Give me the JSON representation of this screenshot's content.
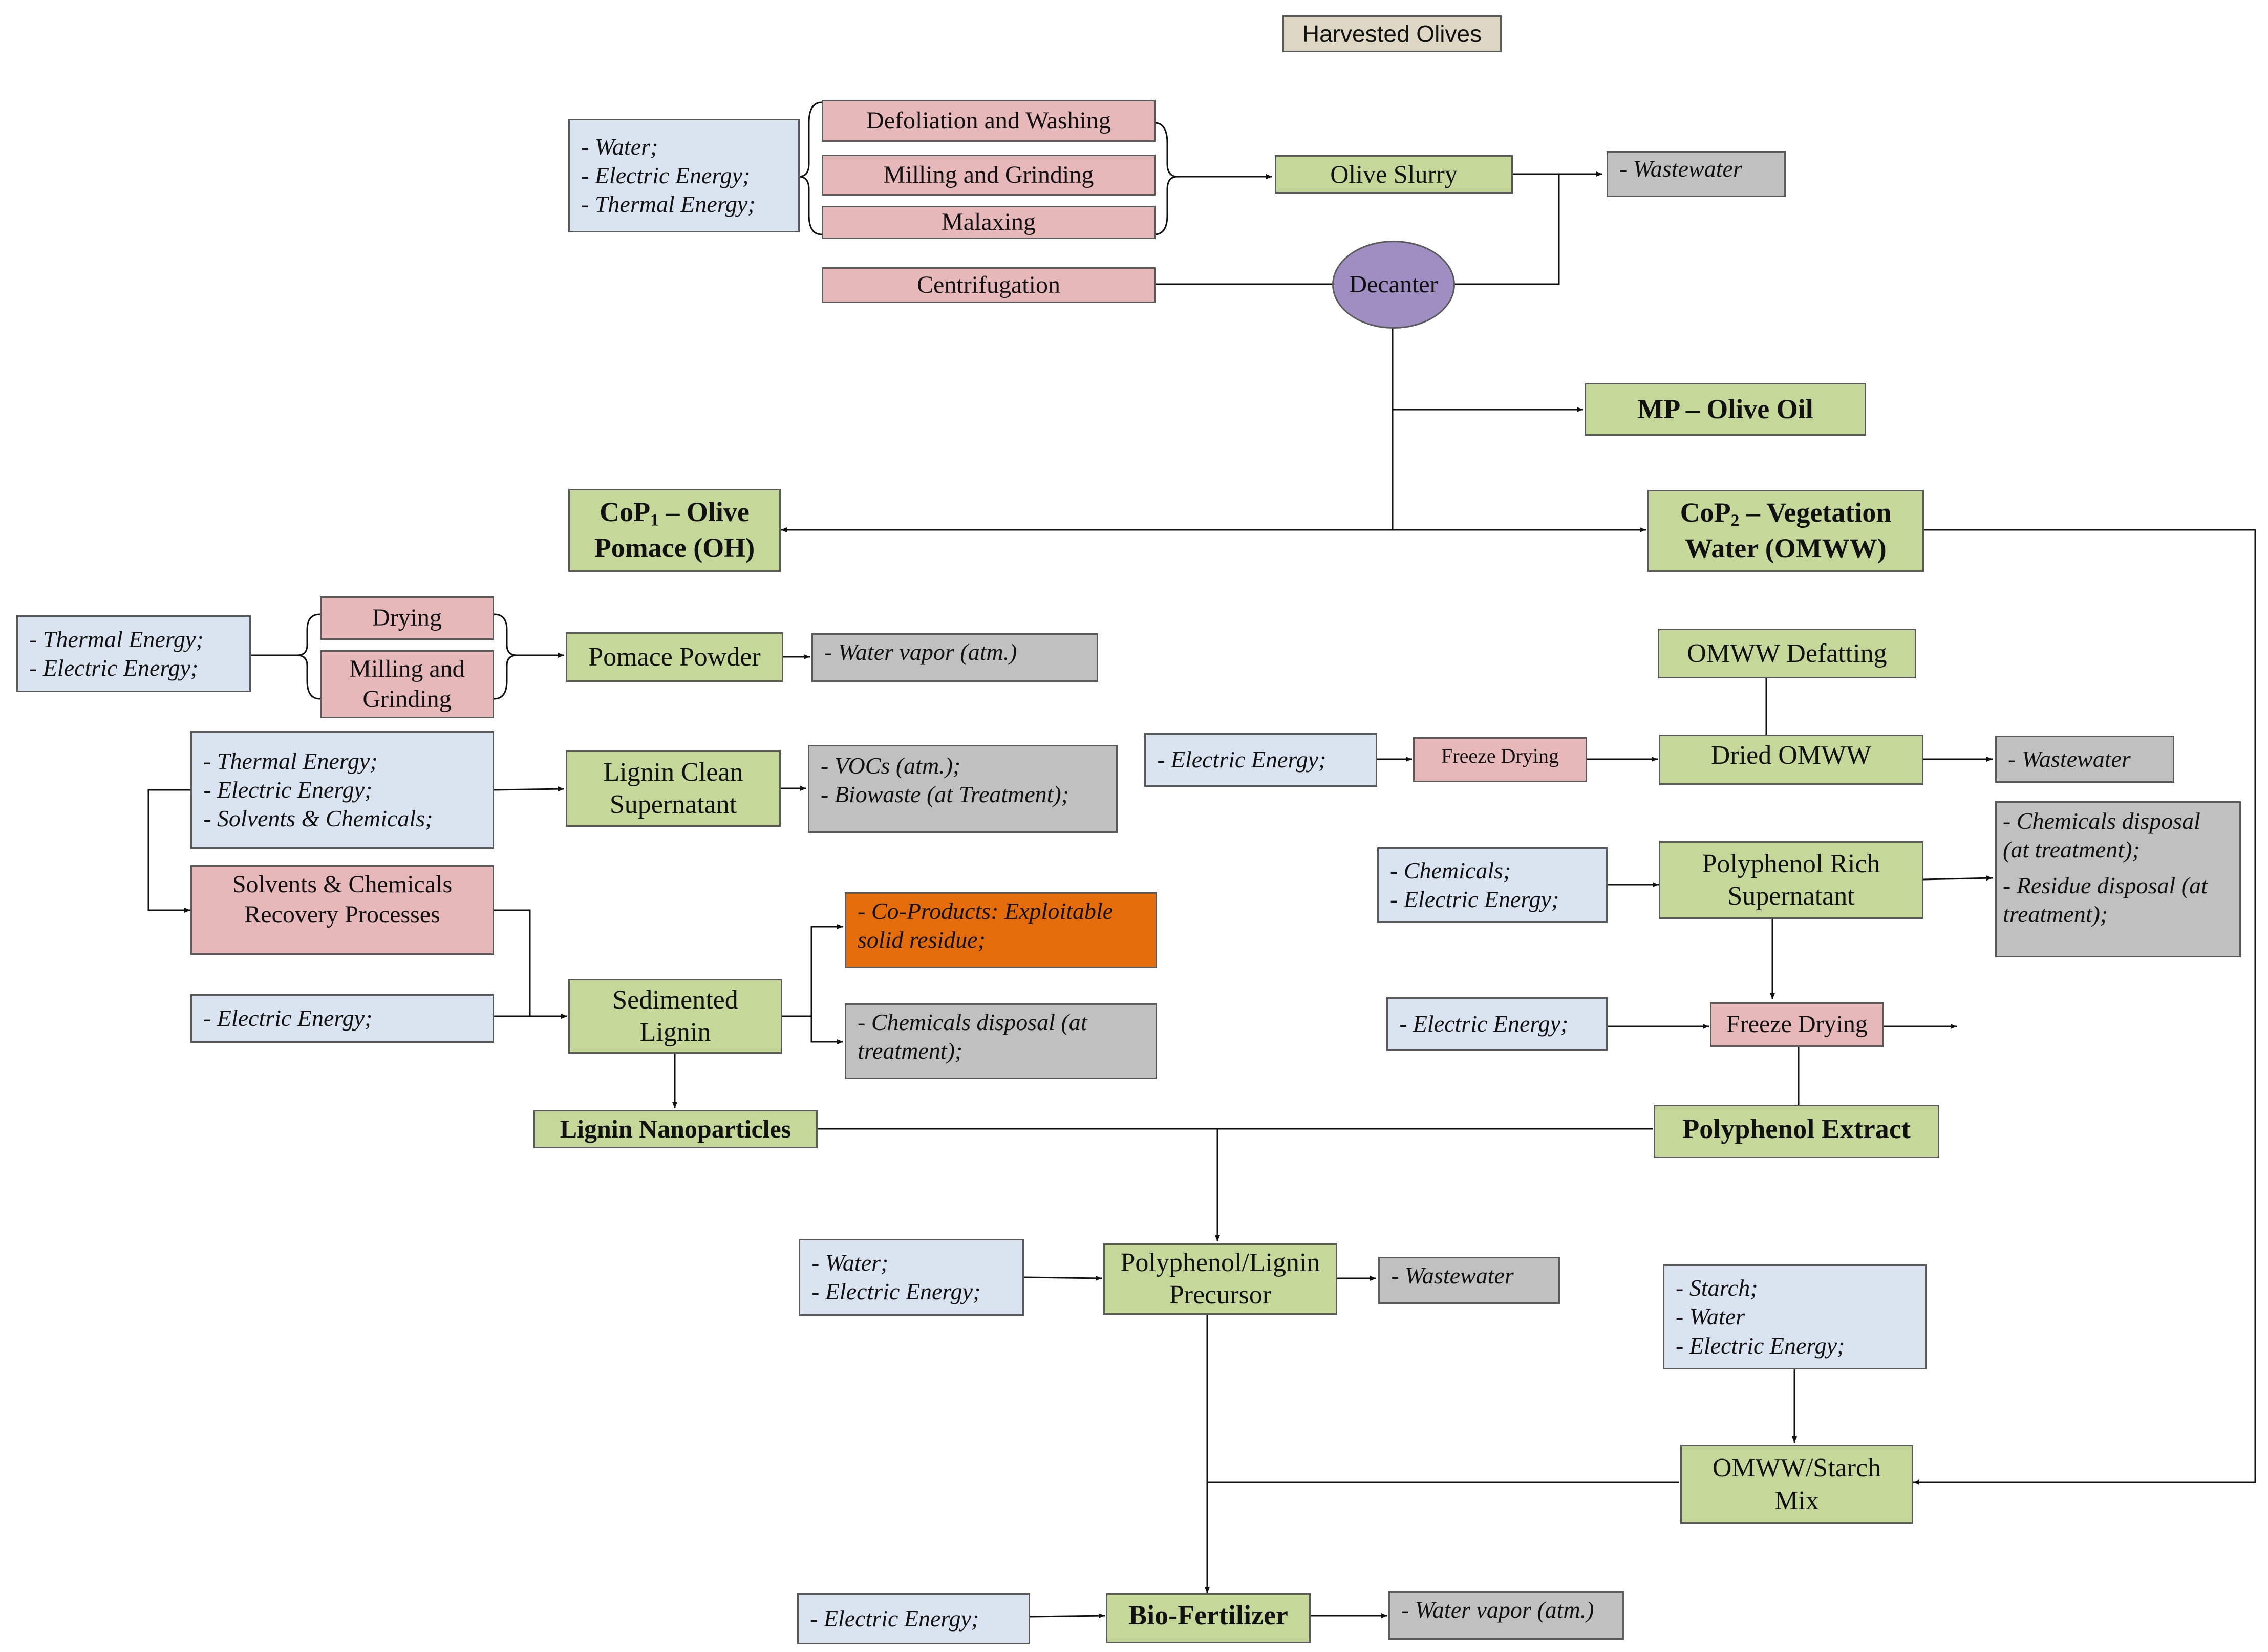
{
  "nodes": {
    "harvested_olives": "Harvested Olives",
    "inputs_olive_processing": [
      "- Water;",
      "- Electric Energy;",
      "- Thermal Energy;"
    ],
    "defoliation_washing": "Defoliation and Washing",
    "milling_grinding_top": "Milling and Grinding",
    "malaxing": "Malaxing",
    "centrifugation": "Centrifugation",
    "olive_slurry": "Olive Slurry",
    "wastewater_top": "- Wastewater",
    "decanter": "Decanter",
    "mp_olive_oil": "MP – Olive Oil",
    "cop1": {
      "pre": "CoP",
      "sub": "1",
      "post": " – Olive",
      "line2": "Pomace (OH)"
    },
    "cop2": {
      "pre": "CoP",
      "sub": "2",
      "post": " – Vegetation",
      "line2": "Water (OMWW)"
    },
    "inputs_pomace": [
      "- Thermal Energy;",
      "- Electric Energy;"
    ],
    "drying": "Drying",
    "milling_grinding_pomace": [
      "Milling and",
      "Grinding"
    ],
    "pomace_powder": "Pomace Powder",
    "water_vapor_pomace": "- Water vapor (atm.)",
    "inputs_lignin": [
      "-    Thermal Energy;",
      "-   Electric Energy;",
      "-   Solvents & Chemicals;"
    ],
    "lignin_clean_supernatant": [
      "Lignin Clean",
      "Supernatant"
    ],
    "waste_lignin": [
      "-    VOCs (atm.);",
      "-   Biowaste (at Treatment);"
    ],
    "solvent_recovery": [
      "Solvents & Chemicals",
      "Recovery Processes"
    ],
    "coproducts": [
      "- Co-Products:  Exploitable",
      "solid residue;"
    ],
    "electric_sediment": "- Electric Energy;",
    "sedimented_lignin": [
      "Sedimented",
      "Lignin"
    ],
    "chem_disposal_lignin": [
      "- Chemicals disposal (at",
      "treatment);"
    ],
    "lignin_nanoparticles": "Lignin Nanoparticles",
    "omww_defatting": "OMWW Defatting",
    "electric_freeze1": "- Electric Energy;",
    "freeze_drying_1": "Freeze Drying",
    "dried_omww": "Dried OMWW",
    "wastewater_omww": "- Wastewater",
    "inputs_polyphenol": [
      "- Chemicals;",
      "- Electric Energy;"
    ],
    "polyphenol_rich_supernatant": [
      "Polyphenol Rich",
      "Supernatant"
    ],
    "waste_polyphenol": [
      "- Chemicals disposal",
      "(at treatment);",
      "- Residue disposal (at",
      "treatment);"
    ],
    "electric_freeze2": "- Electric Energy;",
    "freeze_drying_2": "Freeze Drying",
    "polyphenol_extract": "Polyphenol Extract",
    "inputs_precursor": [
      "- Water;",
      "- Electric Energy;"
    ],
    "precursor": [
      "Polyphenol/Lignin",
      "Precursor"
    ],
    "wastewater_precursor": "- Wastewater",
    "inputs_starch": [
      "-   Starch;",
      "-   Water",
      "-    Electric Energy;"
    ],
    "omww_starch_mix": [
      "OMWW/Starch",
      "Mix"
    ],
    "electric_biofert": "- Electric Energy;",
    "bio_fertilizer": "Bio-Fertilizer",
    "water_vapor_biofert": "- Water vapor (atm.)"
  },
  "colors": {
    "input": "#dae3f0",
    "process": "#e7b8b9",
    "product": "#c5d89a",
    "waste": "#c0c0c0",
    "coproduct": "#e46c0a",
    "start": "#ddd7c4",
    "decanter": "#9e8ec1",
    "line": "#111111"
  }
}
